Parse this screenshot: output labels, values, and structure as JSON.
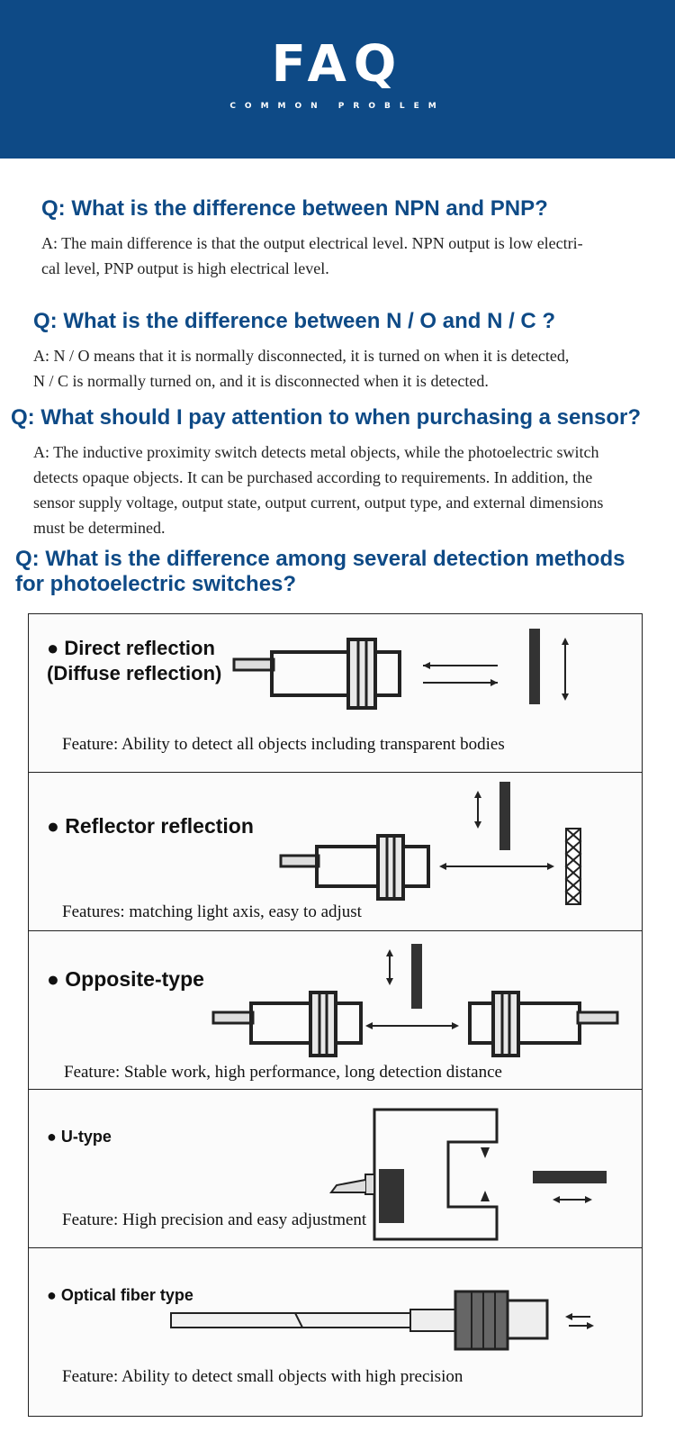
{
  "header": {
    "title": "FAQ",
    "subtitle": "COMMON PROBLEM"
  },
  "faq": [
    {
      "q": "Q: What is the difference between NPN and PNP?",
      "a_line1": "A: The main difference is that the output electrical level. NPN output is low electri-",
      "a_line2": "cal level, PNP output is high electrical level."
    },
    {
      "q": "Q: What is the difference between N / O and N / C ?",
      "a_line1": "A: N / O means that it is normally disconnected, it is turned on when it is detected,",
      "a_line2": "N / C is normally turned on, and it is disconnected when it is detected."
    },
    {
      "q": "Q: What should I pay attention to when purchasing a sensor?",
      "a_line1": "A: The inductive proximity switch detects metal objects, while the photoelectric switch",
      "a_line2": "detects opaque objects. It can be purchased according to requirements. In addition, the",
      "a_line3": "sensor supply voltage, output state, output current, output type, and external dimensions",
      "a_line4": "must be determined."
    },
    {
      "q_line1": "Q: What is the difference among several detection methods",
      "q_line2": "for photoelectric switches?"
    }
  ],
  "methods": [
    {
      "title_line1": "● Direct reflection",
      "title_line2": "(Diffuse reflection)",
      "feature": "Feature: Ability to detect all objects including transparent bodies"
    },
    {
      "title": "● Reflector reflection",
      "feature": "Features: matching light axis, easy to adjust"
    },
    {
      "title": "● Opposite-type",
      "feature": "Feature: Stable work, high performance, long detection distance"
    },
    {
      "title": "● U-type",
      "feature": "Feature: High precision and easy adjustment"
    },
    {
      "title": "● Optical fiber type",
      "feature": "Feature: Ability to detect small objects with high precision"
    }
  ],
  "colors": {
    "brand": "#0e4a86",
    "text": "#222222",
    "border": "#222222"
  }
}
